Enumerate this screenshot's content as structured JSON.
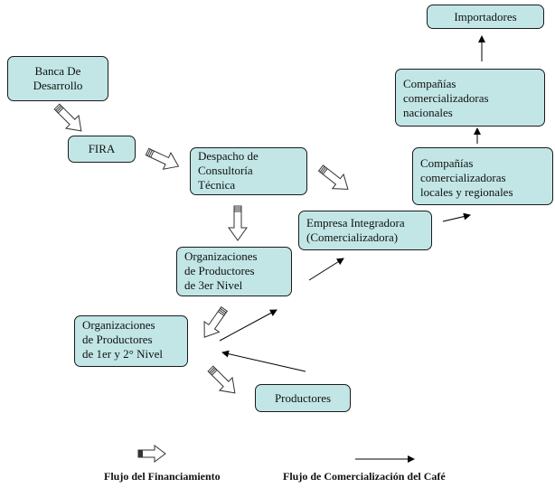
{
  "diagram": {
    "nodes": {
      "banca": {
        "lines": [
          "Banca  De",
          "Desarrollo"
        ]
      },
      "fira": {
        "lines": [
          "FIRA"
        ]
      },
      "despacho": {
        "lines": [
          "Despacho de",
          "Consultoría",
          "Técnica"
        ]
      },
      "org3": {
        "lines": [
          "Organizaciones",
          "de Productores",
          "de 3er Nivel"
        ]
      },
      "org12": {
        "lines": [
          "Organizaciones",
          "de Productores",
          "de 1er y 2° Nivel"
        ]
      },
      "productores": {
        "lines": [
          "Productores"
        ]
      },
      "empresa": {
        "lines": [
          "Empresa Integradora",
          "(Comercializadora)"
        ]
      },
      "locales": {
        "lines": [
          "Compañías",
          "comercializadoras",
          "locales y regionales"
        ]
      },
      "nacionales": {
        "lines": [
          "Compañías",
          "comercializadoras",
          "nacionales"
        ]
      },
      "importadores": {
        "lines": [
          "Importadores"
        ]
      }
    },
    "legend": {
      "financing": "Flujo del Financiamiento",
      "commerce": "Flujo de Comercialización del Café"
    },
    "colors": {
      "node_fill": "#c2e6e6",
      "node_border": "#1a1a1a"
    }
  }
}
